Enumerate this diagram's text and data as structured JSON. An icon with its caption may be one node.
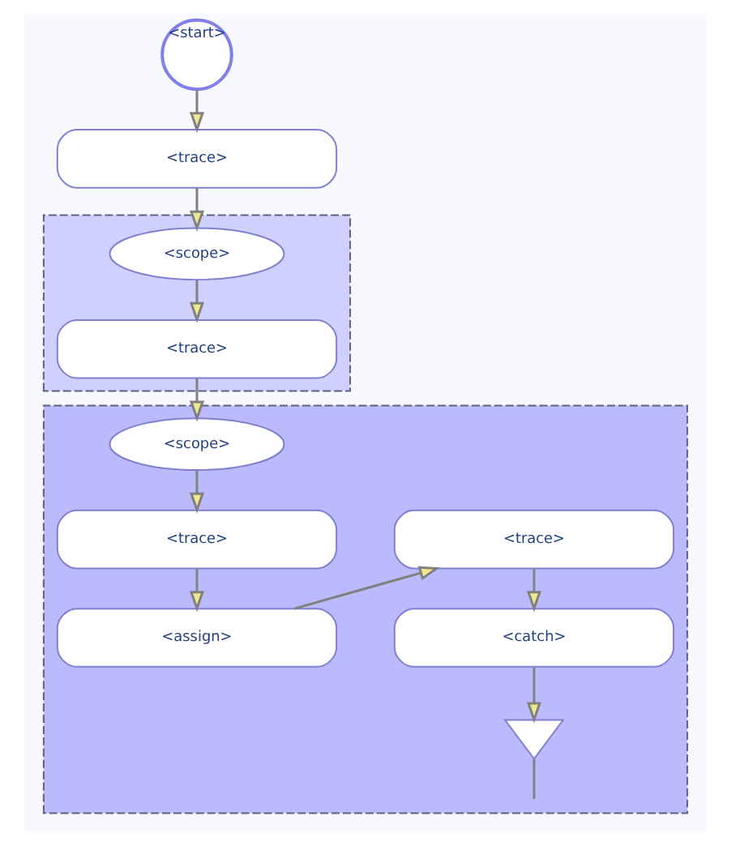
{
  "diagram": {
    "nodes": [
      {
        "text": [
          "<start>"
        ]
      },
      {
        "text": [
          "<trace>"
        ]
      },
      {
        "text": [],
        "shape": "box"
      },
      {
        "text": [
          "<scope>"
        ],
        "in": 2
      },
      {
        "text": [
          "<trace>"
        ],
        "in": 2
      },
      {
        "text": [],
        "shape": "box"
      },
      {
        "text": [
          "<scope>"
        ],
        "in": 5
      },
      {
        "text": [
          "<trace>"
        ],
        "in": 5
      },
      {
        "text": [
          "<trace>"
        ],
        "in": 5
      },
      {
        "text": [
          "<assign>"
        ],
        "in": 5
      },
      {
        "text": [
          "<catch>"
        ],
        "in": 5
      },
      {
        "text": [],
        "shape": "triangle",
        "in": 5
      }
    ],
    "edges": [
      {
        "from": 0,
        "to": 1,
        "arrow": "to"
      },
      {
        "from": 1,
        "to": 3,
        "arrow": "to"
      },
      {
        "from": 3,
        "to": 4,
        "arrow": "to"
      },
      {
        "from": 4,
        "to": 6,
        "arrow": "to"
      },
      {
        "from": 6,
        "to": 7,
        "arrow": "to"
      },
      {
        "from": 7,
        "to": 9,
        "arrow": "to"
      },
      {
        "from": 9,
        "to": 8,
        "arrow": "to"
      },
      {
        "from": 8,
        "to": 10,
        "arrow": "to"
      },
      {
        "from": 10,
        "to": 11,
        "arrow": "to"
      },
      {
        "from": 11,
        "to": null,
        "arrow": "none"
      }
    ]
  }
}
